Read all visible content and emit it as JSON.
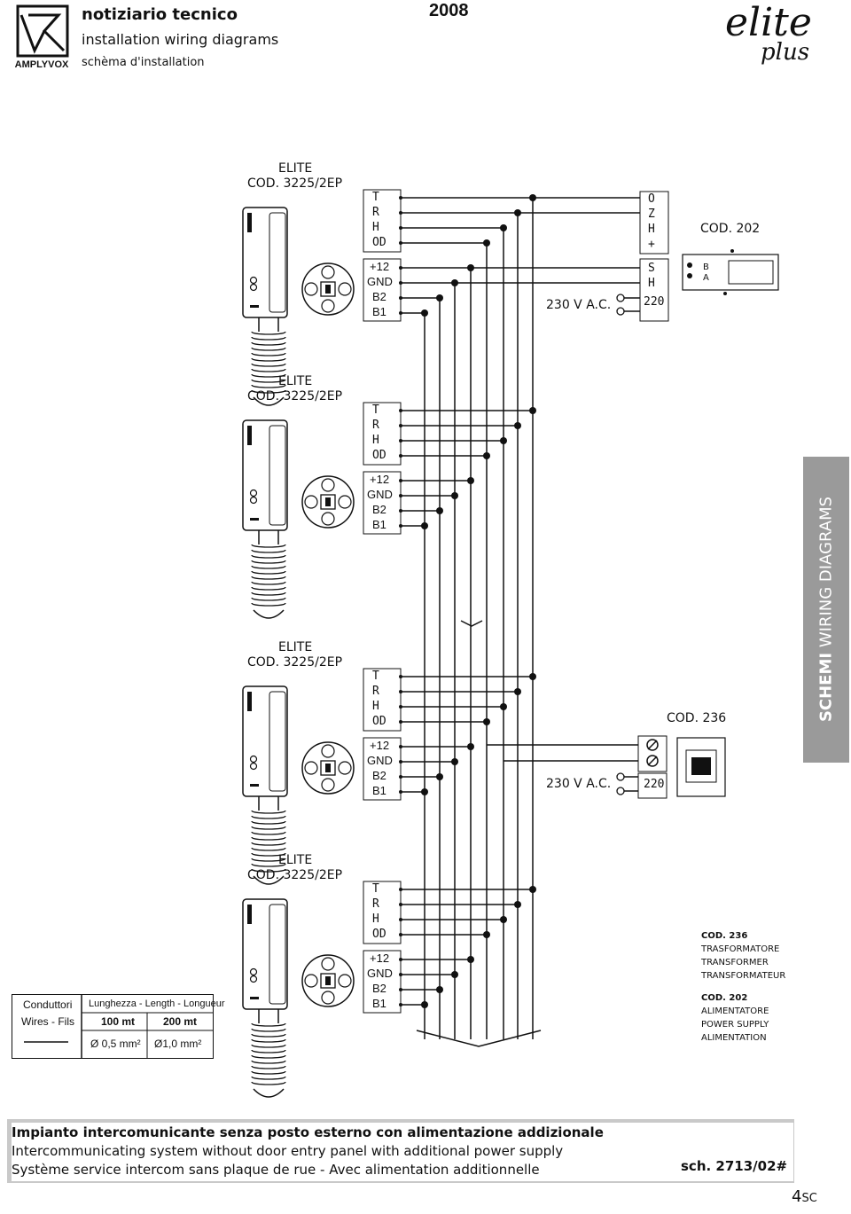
{
  "header": {
    "title": "notiziario tecnico",
    "subtitle_en": "installation wiring diagrams",
    "subtitle_fr": "schèma d'installation",
    "year": "2008",
    "brand_top": "elite",
    "brand_bottom": "plus",
    "logo_text": "AMPLYVOX"
  },
  "units": [
    {
      "line1": "ELITE",
      "line2": "COD. 3225/2EP"
    },
    {
      "line1": "ELITE",
      "line2": "COD. 3225/2EP"
    },
    {
      "line1": "ELITE",
      "line2": "COD. 3225/2EP"
    },
    {
      "line1": "ELITE",
      "line2": "COD. 3225/2EP"
    }
  ],
  "terminals_top": [
    "T",
    "R",
    "H",
    "OD"
  ],
  "terminals_bottom": [
    "+12",
    "GND",
    "B2",
    "B1"
  ],
  "mains_label": "230 V  A.C.",
  "cod202": {
    "code": "COD. 202",
    "terminals": [
      "O",
      "Z",
      "H",
      "+",
      "S",
      "H",
      "220"
    ],
    "side_labels": [
      "B",
      "A"
    ]
  },
  "cod236": {
    "code": "COD. 236",
    "terminal": "220"
  },
  "legend": [
    {
      "code": "COD. 236",
      "lines": [
        "TRASFORMATORE",
        "TRANSFORMER",
        "TRANSFORMATEUR"
      ]
    },
    {
      "code": "COD. 202",
      "lines": [
        "ALIMENTATORE",
        "POWER SUPPLY",
        "ALIMENTATION"
      ]
    }
  ],
  "sidebar": {
    "bold": "SCHEMI",
    "rest": "WIRING DIAGRAMS"
  },
  "wires_table": {
    "col1_row1": "Conduttori",
    "col1_row2": "Wires - Fils",
    "col2_header": "Lunghezza - Length - Longueur",
    "len1": "100 mt",
    "len2": "200 mt",
    "sec1": "Ø 0,5 mm²",
    "sec2": "Ø1,0 mm²"
  },
  "footer": {
    "line_it": "Impianto intercomunicante senza posto esterno con alimentazione addizionale",
    "line_en": "Intercommunicating system without door entry panel with additional power supply",
    "line_fr": "Système service intercom sans plaque de rue - Avec alimentation additionnelle",
    "code": "sch. 2713/02#",
    "page": "4",
    "page_suffix": "SC"
  }
}
